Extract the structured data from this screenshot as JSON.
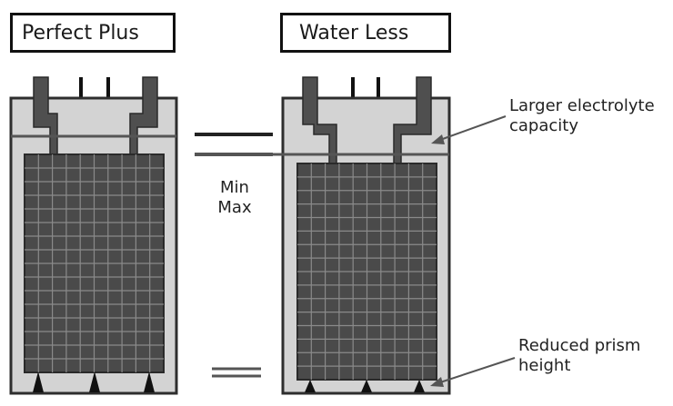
{
  "left_battery": {
    "title": "Perfect Plus"
  },
  "right_battery": {
    "title": "Water Less"
  },
  "level_labels": {
    "min": "Min",
    "max": "Max"
  },
  "annotations": {
    "electrolyte": {
      "line1": "Larger electrolyte",
      "line2": "capacity"
    },
    "prism": {
      "line1": "Reduced prism",
      "line2": "height"
    }
  },
  "colors": {
    "case_fill": "#d3d3d3",
    "case_stroke": "#2e2e2e",
    "grid_fill": "#4a4a4a",
    "grid_lines": "#8a8a8a",
    "terminal": "#4f4f4f",
    "level_line": "#555555"
  }
}
